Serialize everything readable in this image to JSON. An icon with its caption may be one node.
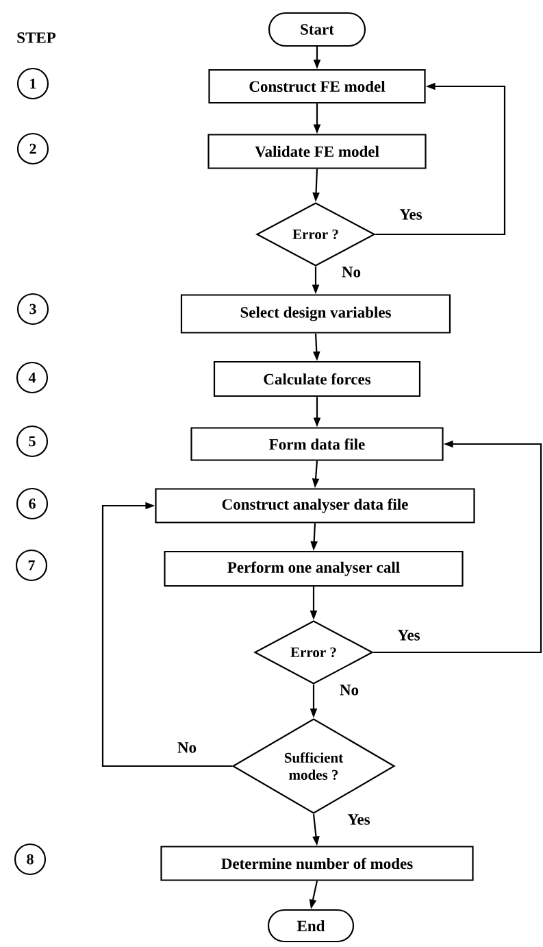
{
  "diagram": {
    "nodes": [
      {
        "text": [
          "Start"
        ]
      },
      {
        "text": [
          "Construct FE model"
        ]
      },
      {
        "text": [
          "Validate FE model"
        ]
      },
      {
        "text": [
          "Error ?"
        ]
      },
      {
        "text": [
          "Select design variables"
        ]
      },
      {
        "text": [
          "Calculate forces"
        ]
      },
      {
        "text": [
          "Form data file"
        ]
      },
      {
        "text": [
          "Construct analyser data file"
        ]
      },
      {
        "text": [
          "Perform one analyser call"
        ]
      },
      {
        "text": [
          "Error ?"
        ]
      },
      {
        "text": [
          "Sufficient modes ?"
        ]
      },
      {
        "text": [
          "Determine number of modes"
        ]
      },
      {
        "text": [
          "End"
        ]
      },
      {
        "text": [
          "1"
        ]
      },
      {
        "text": [
          "2"
        ]
      },
      {
        "text": [
          "3"
        ]
      },
      {
        "text": [
          "4"
        ]
      },
      {
        "text": [
          "5"
        ]
      },
      {
        "text": [
          "6"
        ]
      },
      {
        "text": [
          "7"
        ]
      },
      {
        "text": [
          "8"
        ]
      }
    ],
    "edges": [
      {
        "from": 0,
        "to": 1,
        "arrow": "to"
      },
      {
        "from": 1,
        "to": 2,
        "arrow": "to"
      },
      {
        "from": 2,
        "to": 3,
        "arrow": "to"
      },
      {
        "from": 3,
        "to": 1,
        "arrow": "to",
        "label": "Yes"
      },
      {
        "from": 3,
        "to": 4,
        "arrow": "to",
        "label": "No"
      },
      {
        "from": 4,
        "to": 5,
        "arrow": "to"
      },
      {
        "from": 5,
        "to": 6,
        "arrow": "to"
      },
      {
        "from": 6,
        "to": 7,
        "arrow": "to"
      },
      {
        "from": 7,
        "to": 8,
        "arrow": "to"
      },
      {
        "from": 8,
        "to": 9,
        "arrow": "to"
      },
      {
        "from": 9,
        "to": 6,
        "arrow": "to",
        "label": "Yes"
      },
      {
        "from": 9,
        "to": 10,
        "arrow": "to",
        "label": "No"
      },
      {
        "from": 10,
        "to": 7,
        "arrow": "to",
        "label": "No"
      },
      {
        "from": 10,
        "to": 11,
        "arrow": "to",
        "label": "Yes"
      },
      {
        "from": 11,
        "to": 12,
        "arrow": "to"
      }
    ],
    "labels": [
      "STEP"
    ]
  }
}
